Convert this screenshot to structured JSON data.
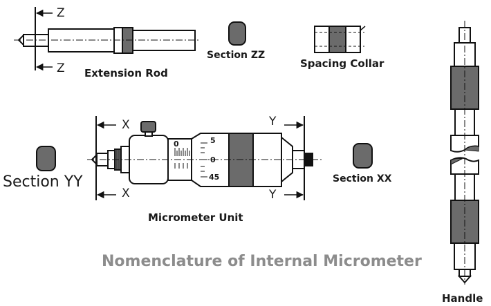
{
  "title": "Nomenclature of Internal Micrometer",
  "parts": {
    "extension_rod": "Extension Rod",
    "spacing_collar": "Spacing Collar",
    "micrometer_unit": "Micrometer Unit",
    "handle": "Handle"
  },
  "sections": {
    "zz": "Section ZZ",
    "yy": "Section YY",
    "xx": "Section XX"
  },
  "section_markers": {
    "z": "Z",
    "x": "X",
    "y": "Y"
  },
  "scale": {
    "sleeve_zero": "0",
    "thimble_5": "5",
    "thimble_0": "0",
    "thimble_45": "45"
  },
  "colors": {
    "outline": "#111111",
    "shaded": "#6b6b6b",
    "title": "#8c8c8c"
  }
}
